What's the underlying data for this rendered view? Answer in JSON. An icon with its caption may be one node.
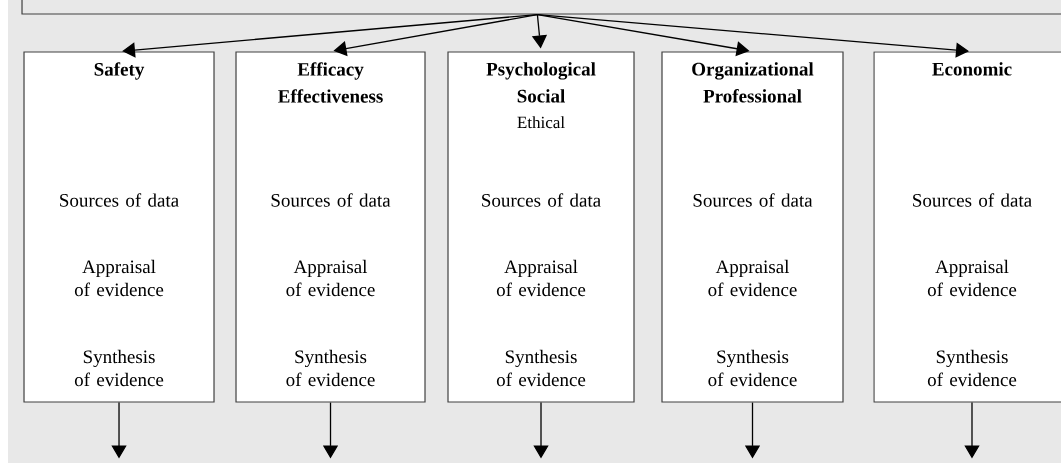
{
  "diagram": {
    "nodes": [
      {
        "text": [],
        "shape": "box"
      },
      {
        "text": [
          "Safety",
          "Sources of data",
          "Appraisal of evidence",
          "Synthesis of evidence"
        ]
      },
      {
        "text": [
          "Efficacy Effectiveness",
          "Sources of data",
          "Appraisal of evidence",
          "Synthesis of evidence"
        ]
      },
      {
        "text": [
          "Psychological Social",
          "Ethical",
          "Sources of data",
          "Appraisal of evidence",
          "Synthesis of evidence"
        ]
      },
      {
        "text": [
          "Organizational Professional",
          "Sources of data",
          "Appraisal of evidence",
          "Synthesis of evidence"
        ]
      },
      {
        "text": [
          "Economic",
          "Sources of data",
          "Appraisal of evidence",
          "Synthesis of evidence"
        ]
      }
    ],
    "edges": [
      {
        "from": 0,
        "to": 1,
        "arrow": "to"
      },
      {
        "from": 0,
        "to": 2,
        "arrow": "to"
      },
      {
        "from": 0,
        "to": 3,
        "arrow": "to"
      },
      {
        "from": 0,
        "to": 4,
        "arrow": "to"
      },
      {
        "from": 0,
        "to": 5,
        "arrow": "to"
      },
      {
        "from": 1,
        "to": null,
        "arrow": "to"
      },
      {
        "from": 2,
        "to": null,
        "arrow": "to"
      },
      {
        "from": 3,
        "to": null,
        "arrow": "to"
      },
      {
        "from": 4,
        "to": null,
        "arrow": "to"
      },
      {
        "from": 5,
        "to": null,
        "arrow": "to"
      }
    ]
  }
}
